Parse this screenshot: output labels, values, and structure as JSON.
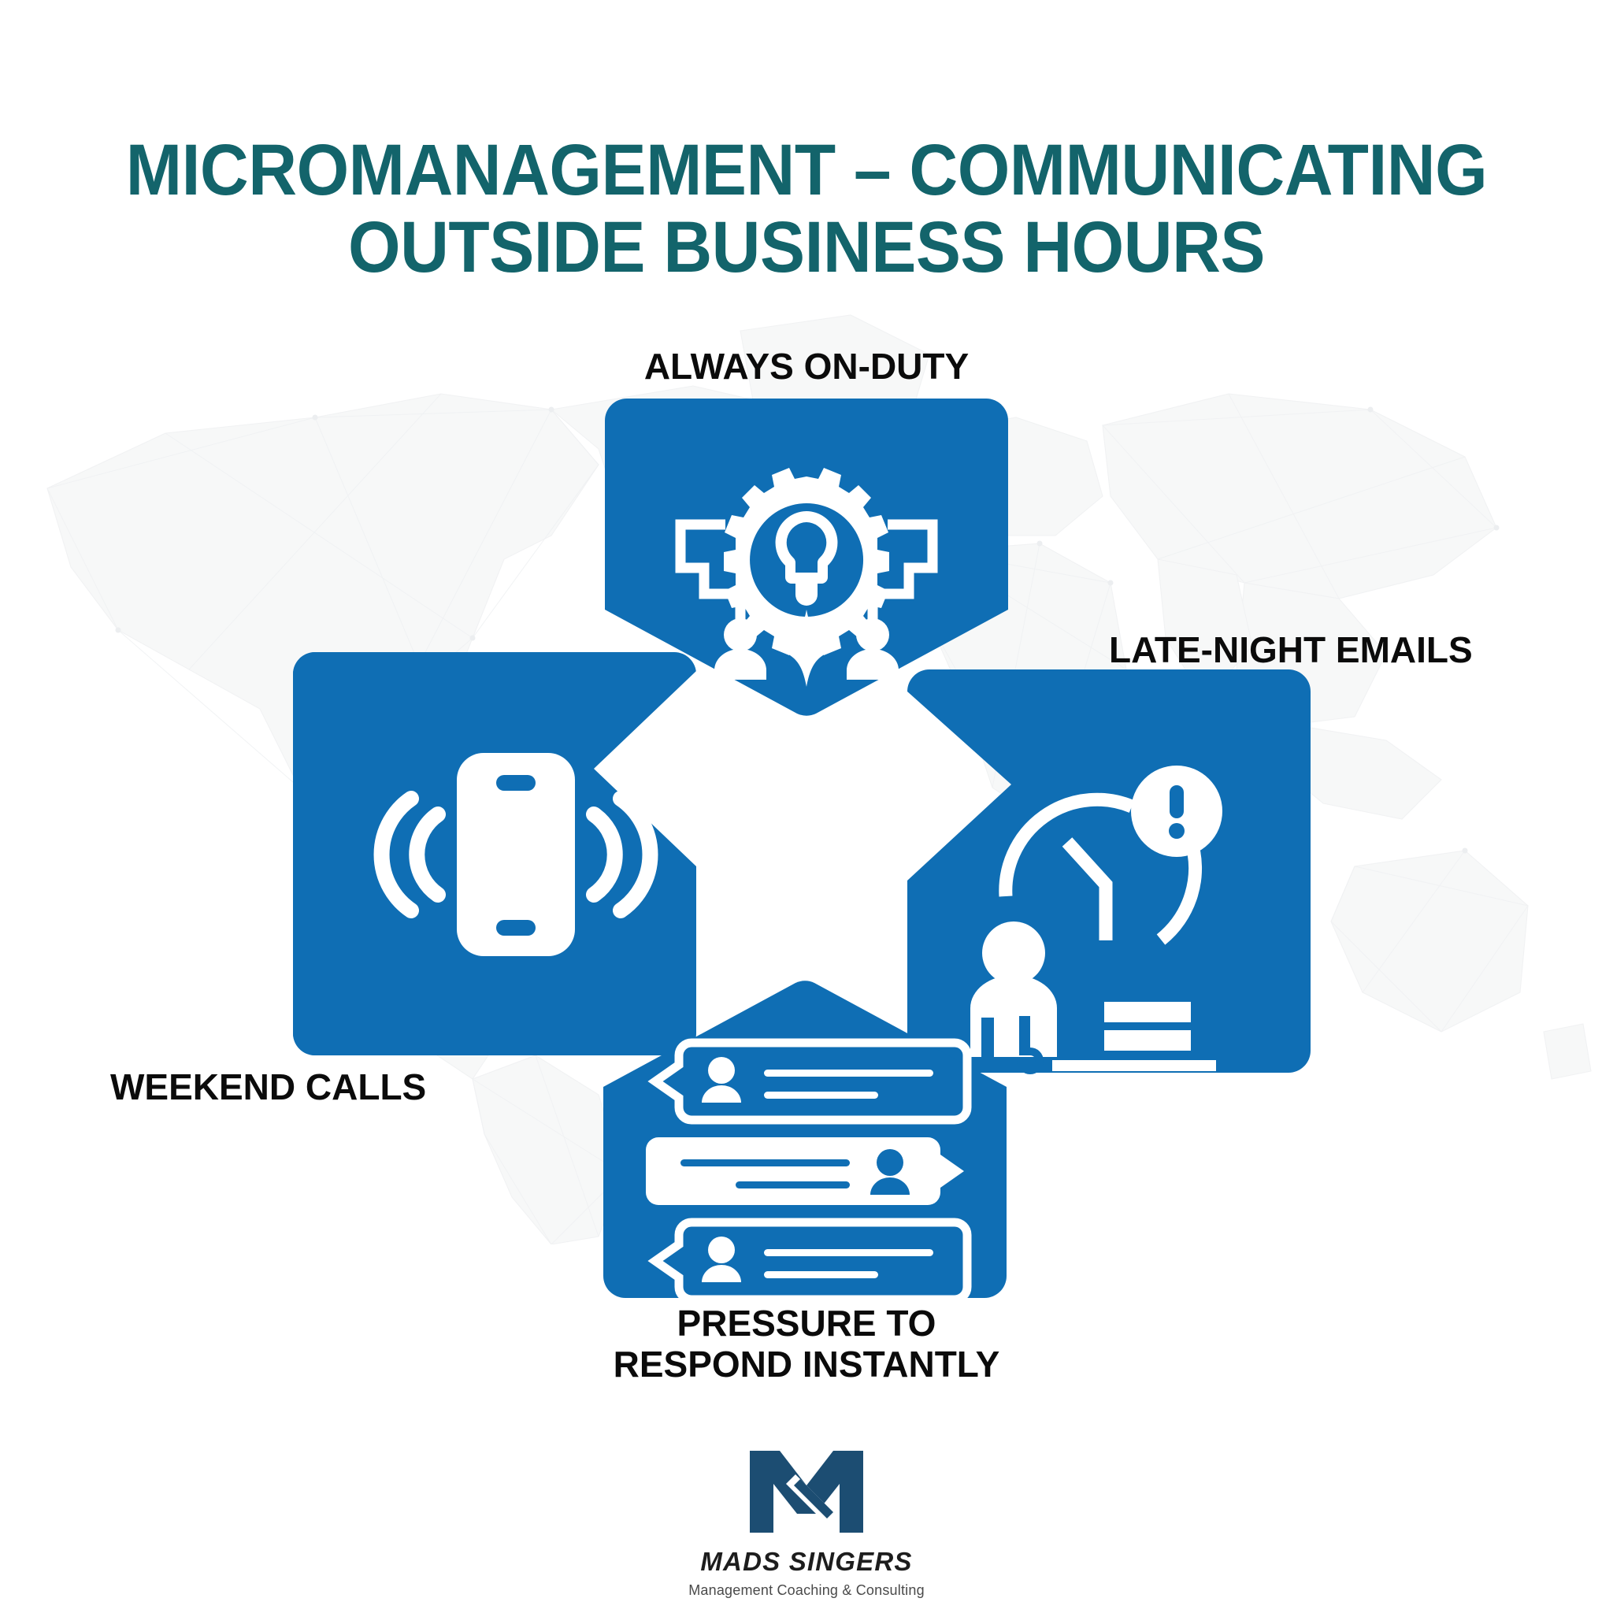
{
  "page": {
    "title_line1": "MICROMANAGEMENT – COMMUNICATING",
    "title_line2": "OUTSIDE BUSINESS HOURS",
    "title_color": "#13646b",
    "accent_color": "#0f6eb4",
    "label_color": "#0b0b0b",
    "background_color": "#ffffff",
    "background_graphic": "world-map-lowpoly"
  },
  "nodes": [
    {
      "id": "always-on-duty",
      "label": "ALWAYS ON-DUTY",
      "position": "top",
      "icon": "gear-lightbulb-network-icon",
      "color": "#0f6eb4"
    },
    {
      "id": "late-night-emails",
      "label": "LATE-NIGHT EMAILS",
      "position": "right",
      "icon": "person-desk-clock-alert-icon",
      "color": "#0f6eb4"
    },
    {
      "id": "weekend-calls",
      "label": "WEEKEND CALLS",
      "position": "left",
      "icon": "ringing-phone-icon",
      "color": "#0f6eb4"
    },
    {
      "id": "pressure-to-respond",
      "label": "PRESSURE TO\nRESPOND INSTANTLY",
      "position": "bottom",
      "icon": "chat-bubbles-icon",
      "color": "#0f6eb4"
    }
  ],
  "logo": {
    "mark": "mads-singers-m-logo",
    "mark_color": "#1c4d72",
    "name": "MADS SINGERS",
    "tagline": "Management Coaching & Consulting"
  }
}
